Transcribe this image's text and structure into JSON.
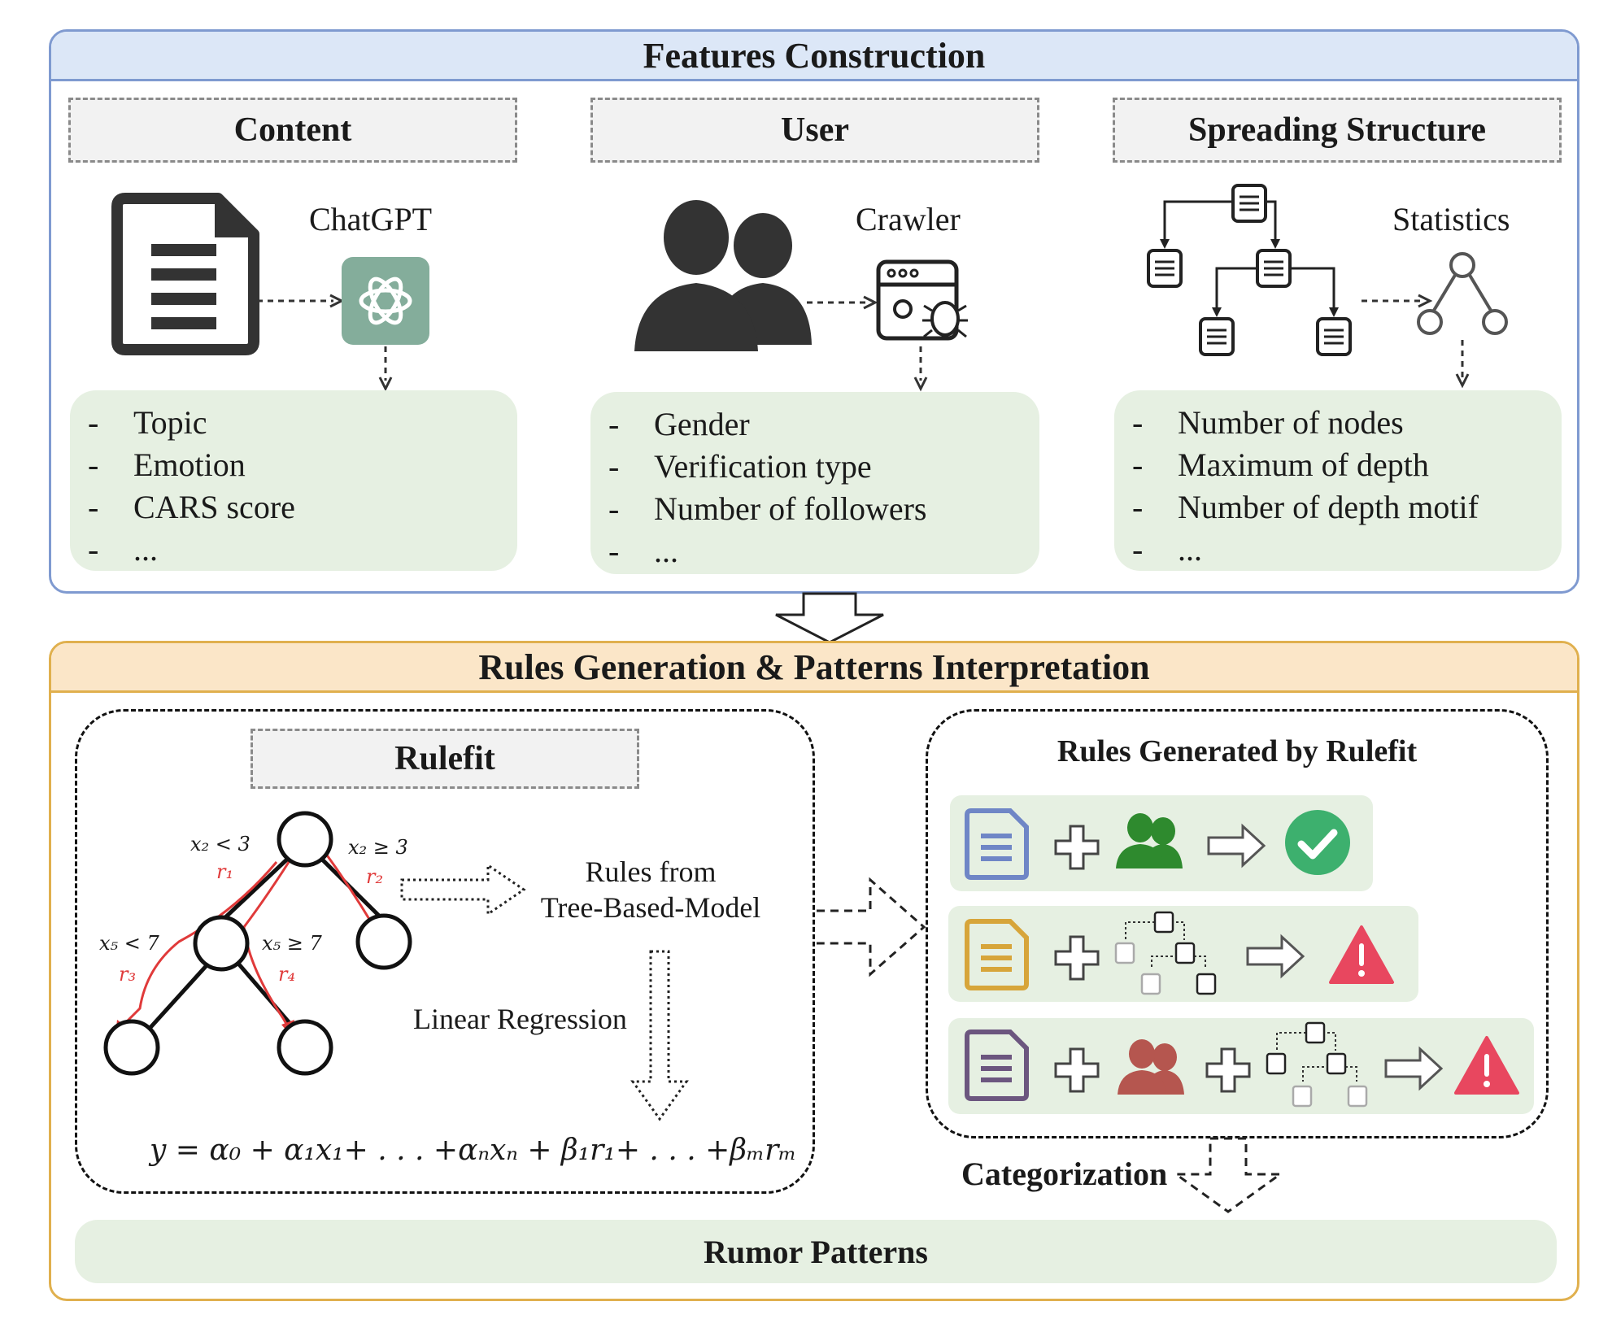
{
  "features": {
    "title": "Features Construction",
    "columns": [
      {
        "header": "Content",
        "tool": "ChatGPT",
        "items": [
          "Topic",
          "Emotion",
          "CARS score",
          "..."
        ]
      },
      {
        "header": "User",
        "tool": "Crawler",
        "items": [
          "Gender",
          "Verification type",
          "Number of followers",
          "..."
        ]
      },
      {
        "header": "Spreading Structure",
        "tool": "Statistics",
        "items": [
          "Number of nodes",
          "Maximum of depth",
          "Number of depth motif",
          "..."
        ]
      }
    ]
  },
  "rules": {
    "title": "Rules Generation & Patterns Interpretation",
    "rulefit_header": "Rulefit",
    "tree_labels": {
      "left_cond": "x₂ < 3",
      "left_rule": "r₁",
      "right_cond": "x₂ ≥ 3",
      "right_rule": "r₂",
      "ll_cond": "x₅ < 7",
      "ll_rule": "r₃",
      "lr_cond": "x₅ ≥ 7",
      "lr_rule": "r₄"
    },
    "rules_from_line1": "Rules from",
    "rules_from_line2": "Tree-Based-Model",
    "linear_regression": "Linear Regression",
    "equation": "y = α₀ + α₁x₁+ . . . +αₙxₙ + β₁r₁+ . . . +βₘrₘ",
    "generated_title": "Rules Generated by Rulefit",
    "categorization": "Categorization",
    "rumor_patterns": "Rumor Patterns"
  },
  "colors": {
    "blue_border": "#7f9ad0",
    "orange_border": "#e0b04e",
    "green_panel": "#e6f0e2",
    "chatgpt": "#84ad9b",
    "check": "#3db06e",
    "warn": "#e8475f",
    "doc_blue": "#6f86c6",
    "doc_yellow": "#d7a53a",
    "doc_purple": "#6c567f",
    "users_green": "#2e8a2e",
    "users_red": "#b5564f"
  },
  "icons": [
    "document-icon",
    "chatgpt-icon",
    "users-icon",
    "crawler-icon",
    "tree-icon",
    "motif-icon",
    "check-icon",
    "warning-icon",
    "plus-icon",
    "arrow-icon"
  ]
}
